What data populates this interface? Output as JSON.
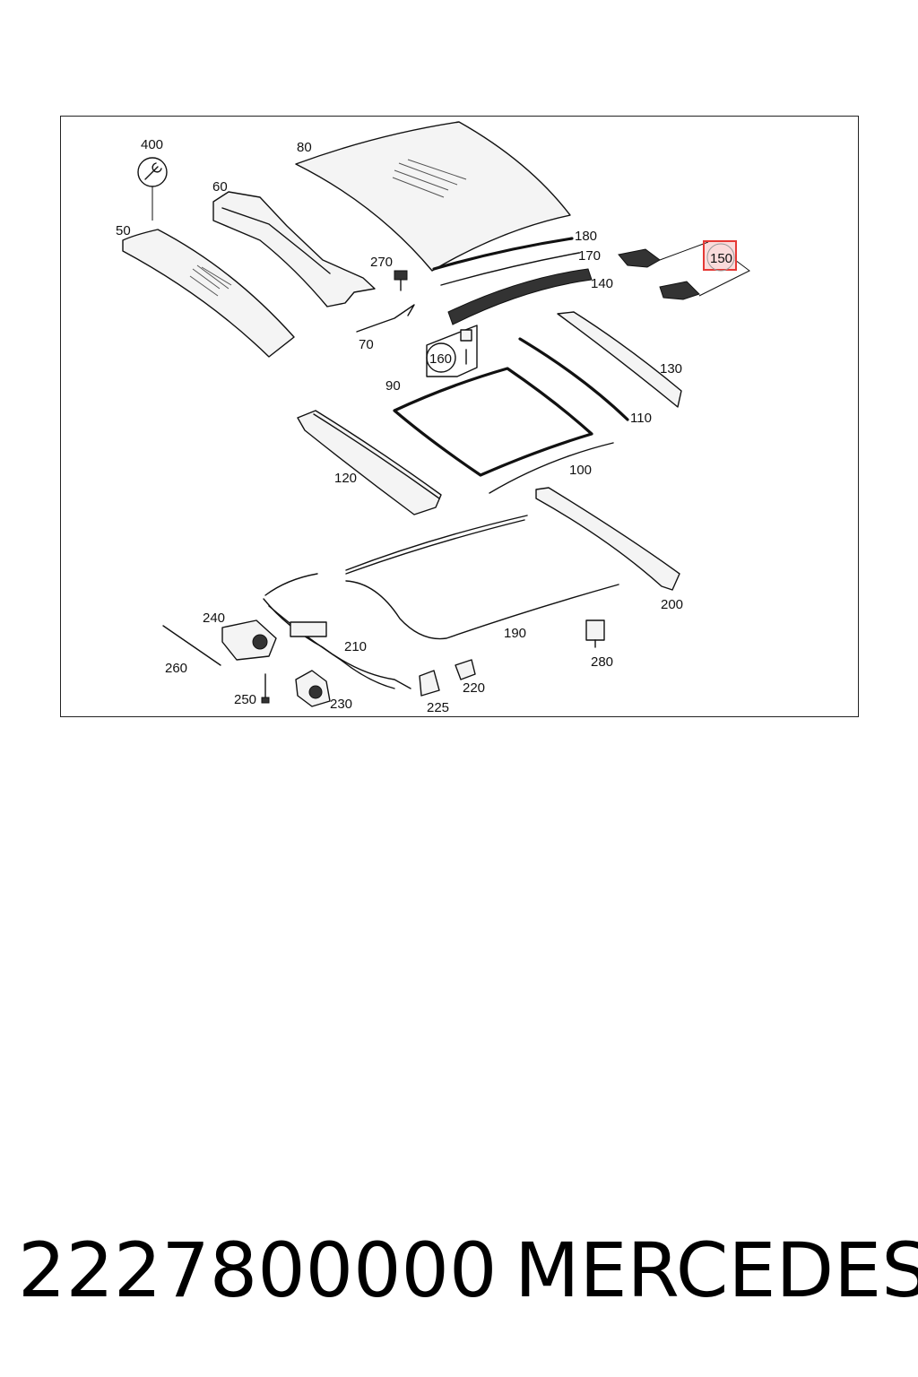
{
  "diagram": {
    "callouts": {
      "p400": "400",
      "p80": "80",
      "p60": "60",
      "p50": "50",
      "p270": "270",
      "p180": "180",
      "p170": "170",
      "p150": "150",
      "p140": "140",
      "p70": "70",
      "p160": "160",
      "p90": "90",
      "p130": "130",
      "p110": "110",
      "p120": "120",
      "p100": "100",
      "p200": "200",
      "p240": "240",
      "p210": "210",
      "p190": "190",
      "p260": "260",
      "p280": "280",
      "p250": "250",
      "p230": "230",
      "p220": "220",
      "p225": "225"
    },
    "highlighted_callout": "150",
    "highlight_color": "#e53935"
  },
  "footer": {
    "part_number": "2227800000",
    "brand": "MERCEDES"
  }
}
